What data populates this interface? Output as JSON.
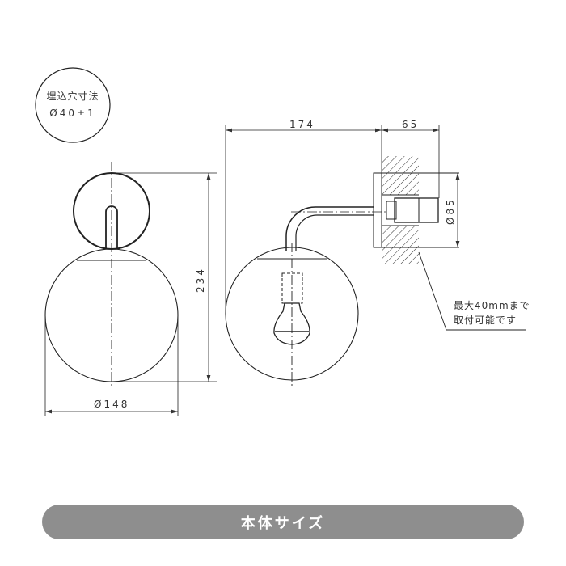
{
  "hole_note": {
    "line1": "埋込穴寸法",
    "line2": "Ø40±1"
  },
  "front_view": {
    "height_dim": "234",
    "width_dim": "Ø148"
  },
  "side_view": {
    "projection_dim": "174",
    "base_depth_dim": "65",
    "base_diameter_dim": "Ø85"
  },
  "mount_note": {
    "line1": "最大40mmまで",
    "line2": "取付可能です"
  },
  "banner": {
    "label": "本体サイズ",
    "color": "#8e8e8e"
  }
}
